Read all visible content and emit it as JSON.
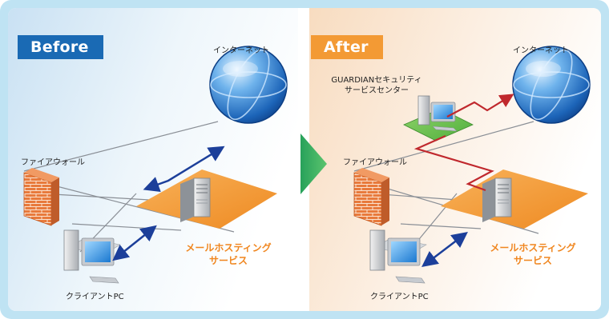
{
  "before": {
    "badge": "Before",
    "internet": "インターネット",
    "firewall": "ファイアウォール",
    "service_line1": "メールホスティング",
    "service_line2": "サービス",
    "client": "クライアントPC"
  },
  "after": {
    "badge": "After",
    "internet": "インターネット",
    "security_center_line1": "GUARDIANセキュリティ",
    "security_center_line2": "サービスセンター",
    "firewall": "ファイアウォール",
    "service_line1": "メールホスティング",
    "service_line2": "サービス",
    "client": "クライアントPC"
  },
  "colors": {
    "before_badge": "#1a6ab4",
    "after_badge": "#f39a34",
    "service_text": "#f0861f",
    "arrow_blue": "#1c3f9a",
    "arrow_red": "#c0282d",
    "frame": "#bfe3f3"
  }
}
